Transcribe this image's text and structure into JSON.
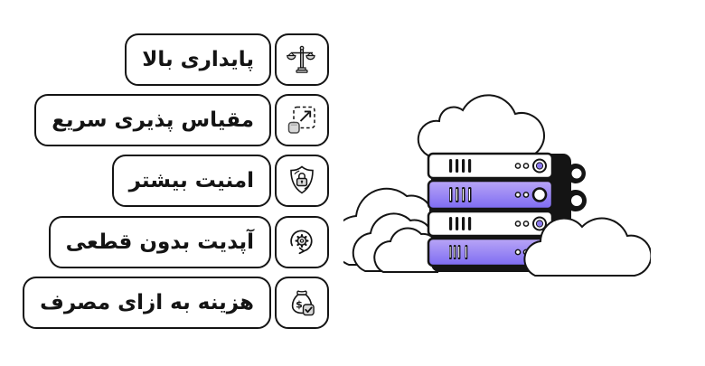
{
  "page": {
    "background": "#ffffff",
    "outline_color": "#141414"
  },
  "features": {
    "items": [
      {
        "label": "پایداری بالا",
        "icon": "scales-icon"
      },
      {
        "label": "مقیاس پذیری سریع",
        "icon": "scale-up-icon"
      },
      {
        "label": "امنیت بیشتر",
        "icon": "shield-lock-icon"
      },
      {
        "label": "آپدیت بدون قطعی",
        "icon": "update-gear-icon"
      },
      {
        "label": "هزینه به ازای مصرف",
        "icon": "money-bag-check-icon",
        "icon_glyph": "$"
      }
    ]
  },
  "illustration": {
    "type": "cloud-server-stack",
    "server_count": 4,
    "accent_gradient_top": "#b9a6f6",
    "accent_gradient_bottom": "#7d6bf2",
    "led_purple": "#8b79f0",
    "cloud_fill": "#ffffff",
    "outline": "#141414"
  }
}
